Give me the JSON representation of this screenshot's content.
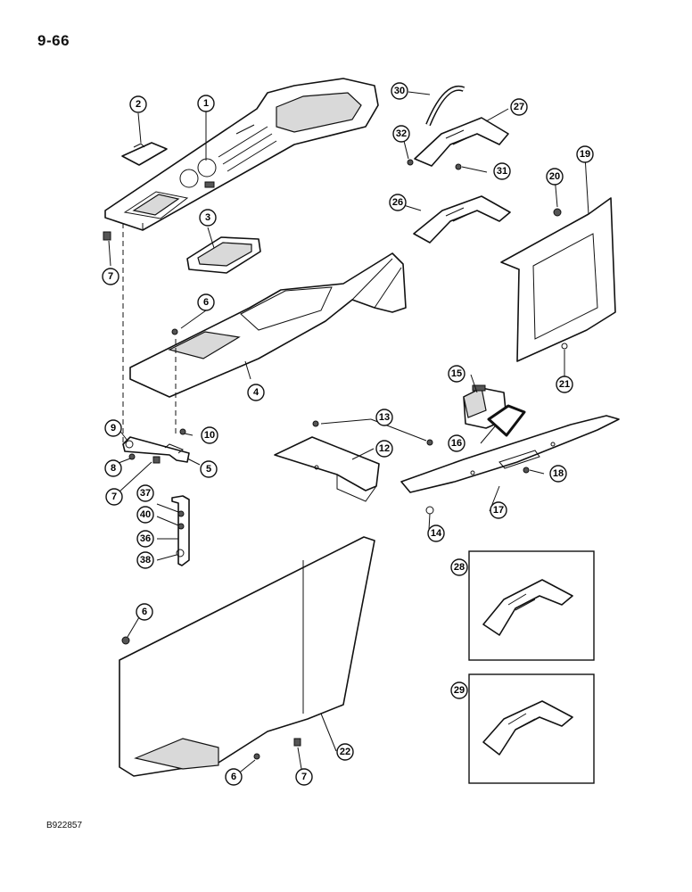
{
  "page_number": "9-66",
  "reference_code": "B922857",
  "callouts": [
    "1",
    "2",
    "3",
    "4",
    "5",
    "6",
    "6",
    "6",
    "7",
    "7",
    "7",
    "8",
    "9",
    "10",
    "12",
    "13",
    "14",
    "15",
    "16",
    "17",
    "18",
    "19",
    "20",
    "21",
    "22",
    "26",
    "27",
    "28",
    "29",
    "30",
    "31",
    "32",
    "36",
    "37",
    "38",
    "40"
  ]
}
